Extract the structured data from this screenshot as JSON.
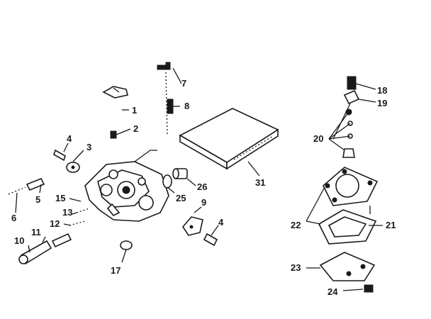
{
  "callouts": {
    "c1": "1",
    "c2": "2",
    "c3": "3",
    "c4a": "4",
    "c4b": "4",
    "c5": "5",
    "c6": "6",
    "c7": "7",
    "c8": "8",
    "c9": "9",
    "c10": "10",
    "c11": "11",
    "c12": "12",
    "c13": "13",
    "c15": "15",
    "c17": "17",
    "c18": "18",
    "c19": "19",
    "c20": "20",
    "c21": "21",
    "c22": "22",
    "c23": "23",
    "c24": "24",
    "c25": "25",
    "c26": "26",
    "c31": "31"
  }
}
